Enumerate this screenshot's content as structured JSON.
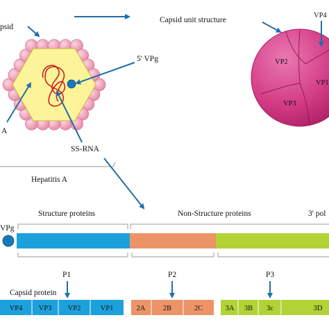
{
  "colors": {
    "structural": "#1da1dc",
    "p2": "#ec9467",
    "p3": "#b3d235",
    "capsomere": "#f0aac3",
    "capsomere_stroke": "#c9718f",
    "capsid_inner": "#fdf49a",
    "capsid_unit": "#d33c86",
    "rna": "#cc1f1f",
    "vpg": "#1879b8",
    "arrow": "#1f6fa8"
  },
  "virion": {
    "capsid_label_partial": "psid",
    "vpg_label": "5' VPg",
    "left_label_partial": "A",
    "rna_label": "SS-RNA",
    "virus_name": "Hepatitis A"
  },
  "capsid_unit": {
    "title": "Capsid unit structure",
    "vp4": "VP4",
    "vp2": "VP2",
    "vp1": "VP1",
    "vp3": "VP3"
  },
  "genome": {
    "vpg_partial": "VPg",
    "structure_label": "Structure proteins",
    "nonstructure_label": "Non-Structure proteins",
    "poly_partial": "3' pol"
  },
  "polyproteins": {
    "p1": "P1",
    "p2": "P2",
    "p3": "P3",
    "capsid_protein_label": "Capsid protein",
    "p1_segments": [
      "VP4",
      "VP3",
      "VP2",
      "VP1"
    ],
    "p2_segments": [
      "2A",
      "2B",
      "2C"
    ],
    "p3_segments": [
      "3A",
      "3B",
      "3c",
      "3D"
    ]
  }
}
